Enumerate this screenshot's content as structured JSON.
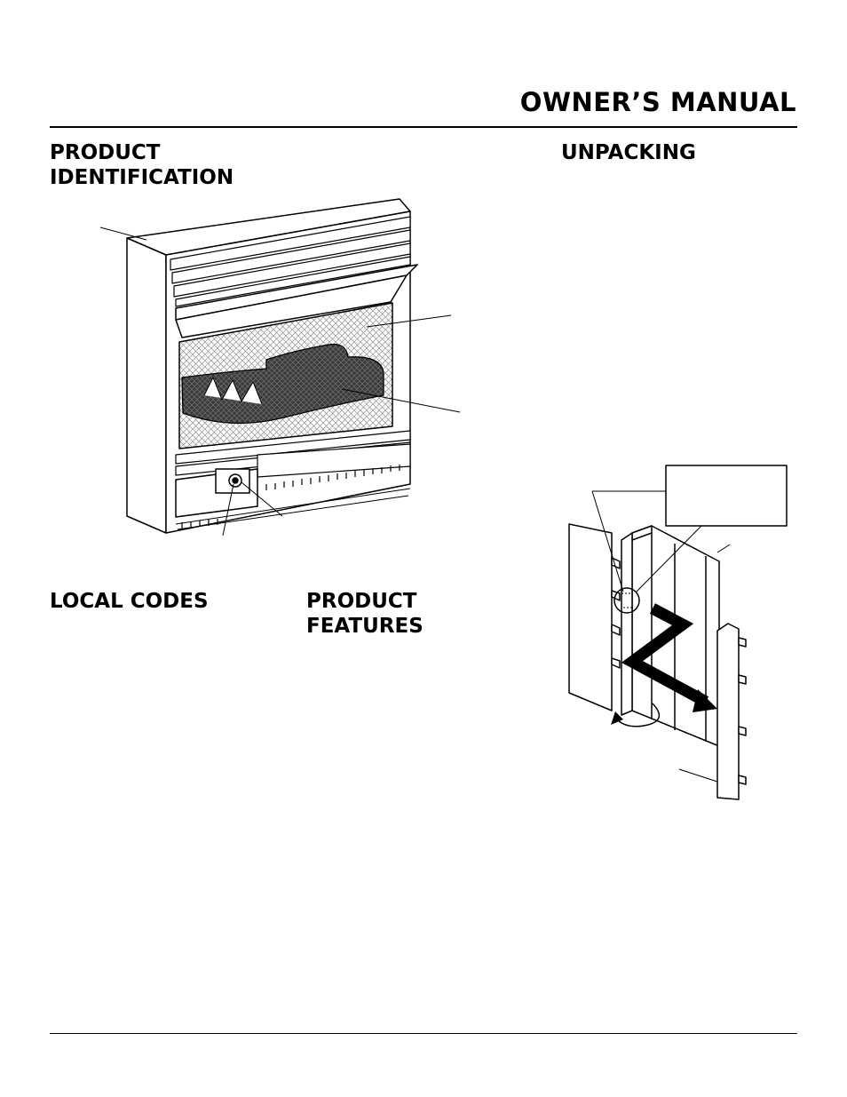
{
  "header": {
    "title": "OWNER’S MANUAL"
  },
  "sections": {
    "product_identification": {
      "line1": "PRODUCT",
      "line2": "IDENTIFICATION"
    },
    "unpacking": {
      "title": "UNPACKING"
    },
    "local_codes": {
      "title": "LOCAL CODES"
    },
    "product_features": {
      "line1": "PRODUCT",
      "line2": "FEATURES"
    }
  },
  "figures": {
    "heater": {
      "icon": "vent-free-fireplace-illustration"
    },
    "unpacking": {
      "icon": "carton-unpacking-illustration"
    }
  },
  "colors": {
    "ink": "#000000",
    "paper": "#ffffff",
    "mesh": "#9a9a9a"
  }
}
